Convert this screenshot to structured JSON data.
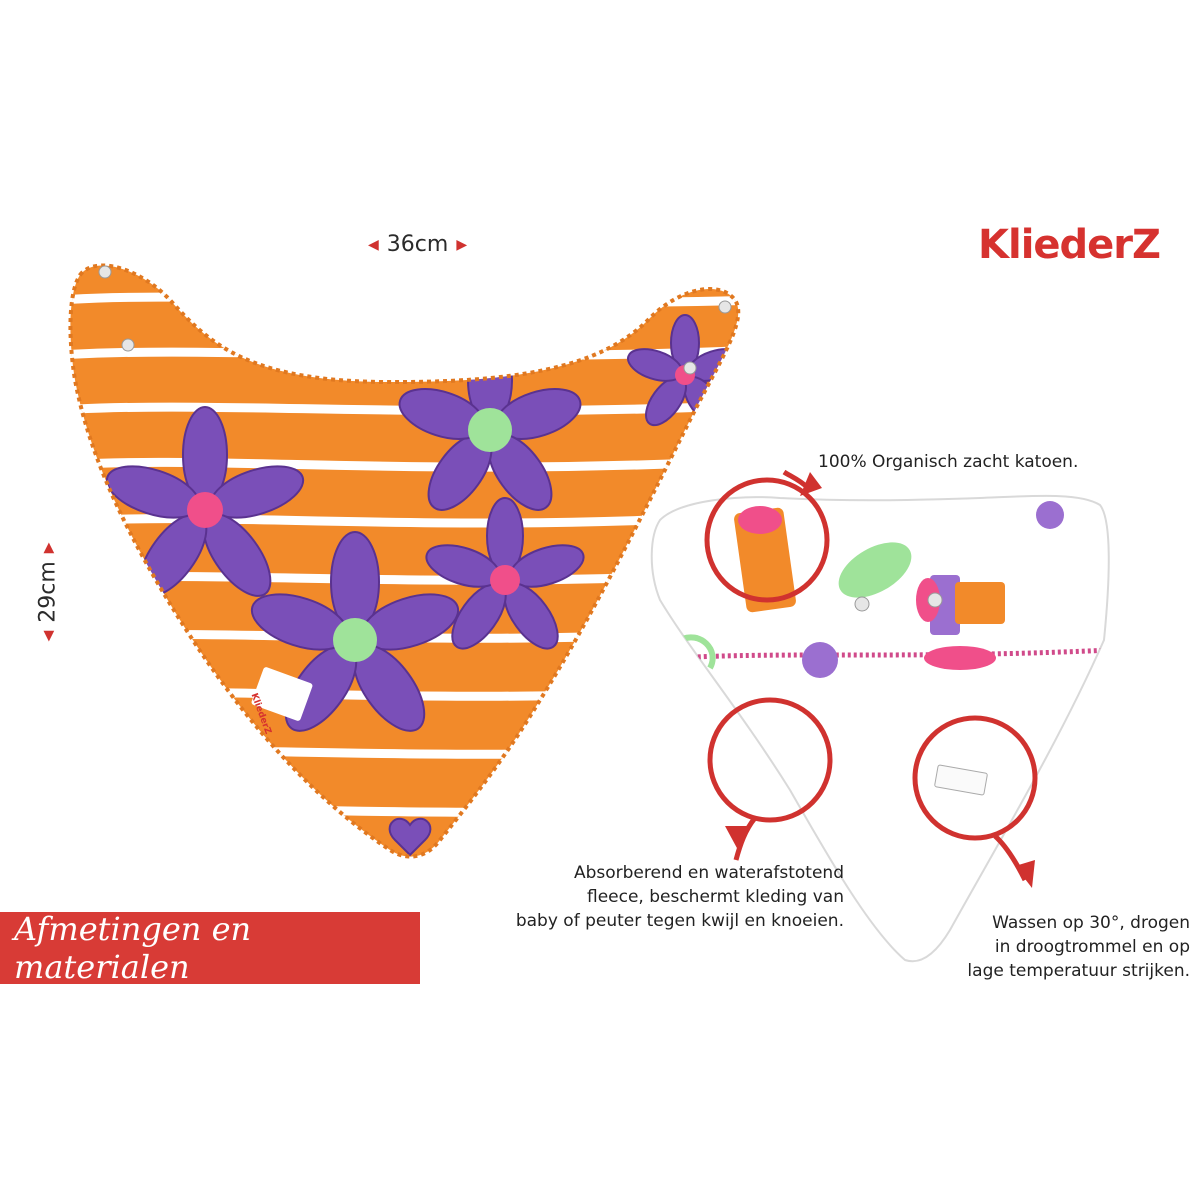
{
  "dimensions": {
    "width_label": "36cm",
    "height_label": "29cm"
  },
  "brand": {
    "logo_text": "KliederZ",
    "tag_text": "KliederZ"
  },
  "captions": {
    "cotton": "100% Organisch zacht katoen.",
    "fleece_line1": "Absorberend en waterafstotend",
    "fleece_line2": "fleece, beschermt kleding van",
    "fleece_line3": "baby of peuter tegen kwijl en knoeien.",
    "wash_line1": "Wassen op 30°, drogen",
    "wash_line2": "in droogtrommel en op",
    "wash_line3": "lage temperatuur strijken."
  },
  "banner": {
    "title": "Afmetingen en materialen"
  },
  "colors": {
    "accent": "#d83b36",
    "orange": "#f28a2a",
    "purple": "#7a4fb8",
    "pink": "#f04f8a",
    "green": "#9fe39a"
  }
}
